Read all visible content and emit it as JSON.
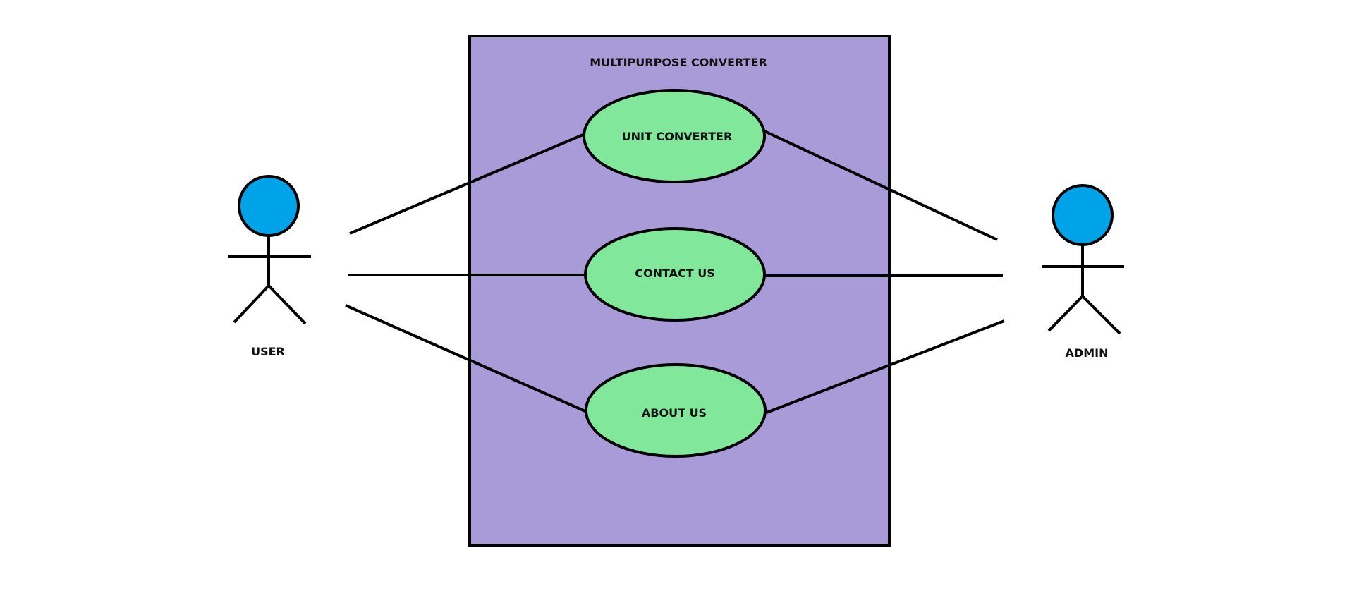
{
  "system": {
    "title": "MULTIPURPOSE CONVERTER"
  },
  "actors": {
    "user": {
      "label": "USER"
    },
    "admin": {
      "label": "ADMIN"
    }
  },
  "use_cases": [
    {
      "label": "UNIT CONVERTER"
    },
    {
      "label": "CONTACT US"
    },
    {
      "label": "ABOUT US"
    }
  ],
  "colors": {
    "system_fill": "#A89BD8",
    "use_case_fill": "#81E79B",
    "actor_head_fill": "#00A2E8",
    "stroke": "#000000"
  }
}
